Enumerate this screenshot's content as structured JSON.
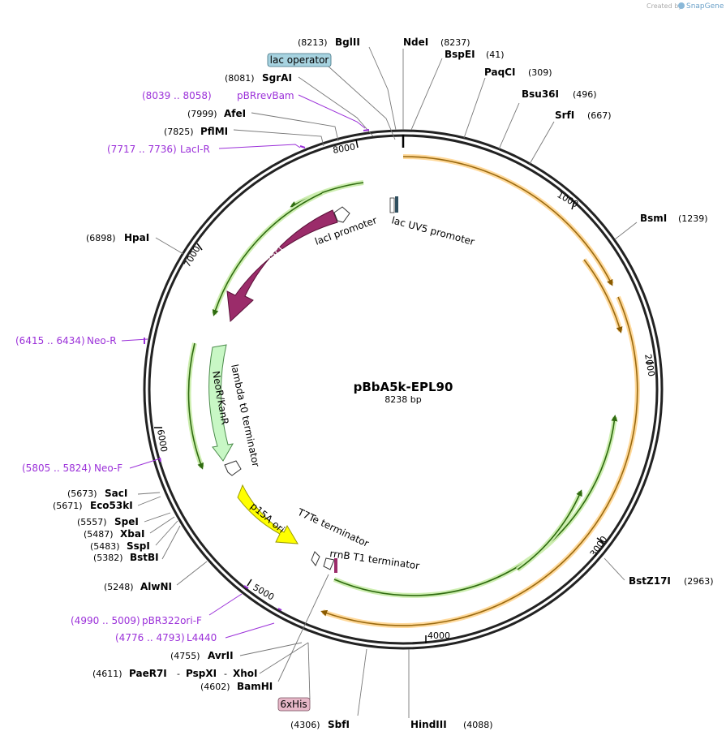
{
  "credit": {
    "created_by": "Created by",
    "brand": "SnapGene"
  },
  "plasmid": {
    "name": "pBbA5k-EPL90",
    "size": "8238 bp"
  },
  "ticks": [
    "1000",
    "2000",
    "3000",
    "4000",
    "5000",
    "6000",
    "7000",
    "8000"
  ],
  "enzymes": {
    "bglii": {
      "pos": "(8213)",
      "name": "BglII"
    },
    "ndei": {
      "name": "NdeI",
      "pos": "(8237)"
    },
    "bspei": {
      "name": "BspEI",
      "pos": "(41)"
    },
    "paqci": {
      "name": "PaqCI",
      "pos": "(309)"
    },
    "bsu36i": {
      "name": "Bsu36I",
      "pos": "(496)"
    },
    "srfi": {
      "name": "SrfI",
      "pos": "(667)"
    },
    "bsmi": {
      "name": "BsmI",
      "pos": "(1239)"
    },
    "bstz17i": {
      "name": "BstZ17I",
      "pos": "(2963)"
    },
    "hindiii": {
      "name": "HindIII",
      "pos": "(4088)"
    },
    "sbfi": {
      "pos": "(4306)",
      "name": "SbfI"
    },
    "bamhi": {
      "pos": "(4602)",
      "name": "BamHI"
    },
    "paer7i": {
      "pos": "(4611)",
      "name": "PaeR7I",
      "sep1": "-",
      "name2": "PspXI",
      "sep2": "-",
      "name3": "XhoI"
    },
    "avrii": {
      "pos": "(4755)",
      "name": "AvrII"
    },
    "alwni": {
      "pos": "(5248)",
      "name": "AlwNI"
    },
    "bstbi": {
      "pos": "(5382)",
      "name": "BstBI"
    },
    "sspi": {
      "pos": "(5483)",
      "name": "SspI"
    },
    "xbai": {
      "pos": "(5487)",
      "name": "XbaI"
    },
    "spei": {
      "pos": "(5557)",
      "name": "SpeI"
    },
    "eco53ki": {
      "pos": "(5671)",
      "name": "Eco53kI"
    },
    "saci": {
      "pos": "(5673)",
      "name": "SacI"
    },
    "hpai": {
      "pos": "(6898)",
      "name": "HpaI"
    },
    "pfimi": {
      "pos": "(7825)",
      "name": "PflMI"
    },
    "afei": {
      "pos": "(7999)",
      "name": "AfeI"
    },
    "sgrai": {
      "pos": "(8081)",
      "name": "SgrAI"
    }
  },
  "primers": {
    "pbrrevbam": {
      "range": "(8039 .. 8058)",
      "name": "pBRrevBam"
    },
    "laci_r": {
      "range": "(7717 .. 7736)",
      "name": "LacI-R"
    },
    "neo_r": {
      "range": "(6415 .. 6434)",
      "name": "Neo-R"
    },
    "neo_f": {
      "range": "(5805 .. 5824)",
      "name": "Neo-F"
    },
    "pbr322ori_f": {
      "range": "(4990 .. 5009)",
      "name": "pBR322ori-F"
    },
    "l4440": {
      "range": "(4776 .. 4793)",
      "name": "L4440"
    }
  },
  "boxed": {
    "lac_operator": "lac operator",
    "sixhis": "6xHis"
  },
  "features": {
    "laci": "lacI",
    "laci_promoter": "lacI promoter",
    "lacuv5_promoter": "lac UV5 promoter",
    "neor": "NeoR/KanR",
    "lambda_t0": "lambda t0 terminator",
    "p15a": "p15A ori",
    "t7te": "T7Te terminator",
    "rrnb": "rrnB T1 terminator"
  },
  "colors": {
    "backbone": "#222222",
    "cds_orange": "#f5a623",
    "orf_green": "#7ac142",
    "laci_purple": "#9b2c6a",
    "neor_green": "#c8f7c5",
    "ori_yellow": "#ffff00",
    "primer_purple": "#9b30d9",
    "lac_operator_box": "#a7d3e0",
    "his_box": "#e7b8c8"
  }
}
